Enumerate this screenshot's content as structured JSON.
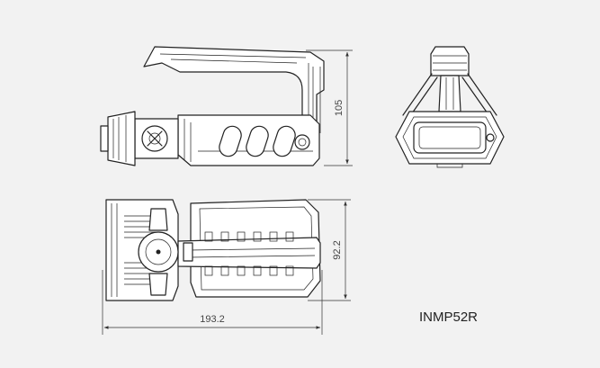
{
  "drawing": {
    "dimensions": {
      "height": "105",
      "depth": "92.2",
      "length": "193.2"
    },
    "model": "INMP52R"
  }
}
